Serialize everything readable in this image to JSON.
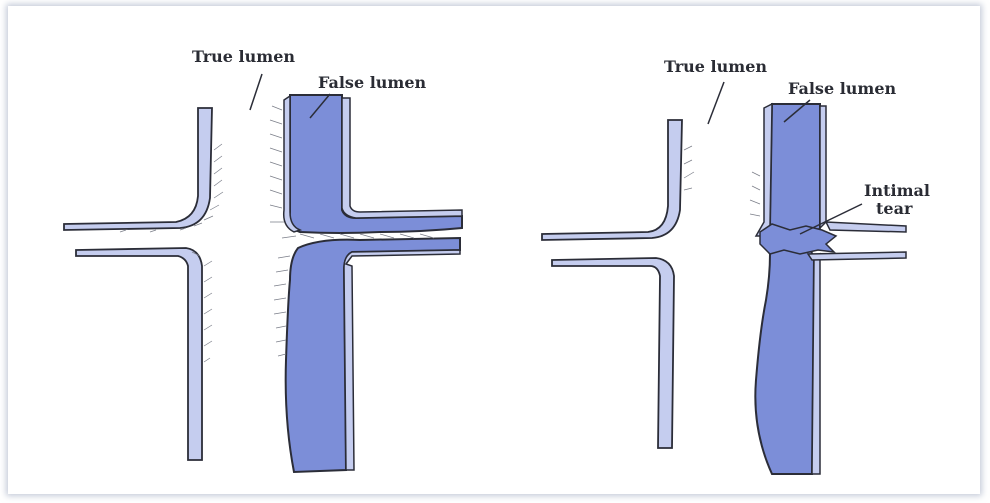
{
  "diagram": {
    "left_panel": {
      "true_lumen_label": "True lumen",
      "false_lumen_label": "False lumen"
    },
    "right_panel": {
      "true_lumen_label": "True lumen",
      "false_lumen_label": "False lumen",
      "intimal_tear_label_line1": "Intimal",
      "intimal_tear_label_line2": "tear"
    },
    "colors": {
      "false_lumen_fill": "#7c8ed8",
      "vessel_wall_fill": "#c5cdef",
      "outline": "#2b2d38"
    }
  }
}
